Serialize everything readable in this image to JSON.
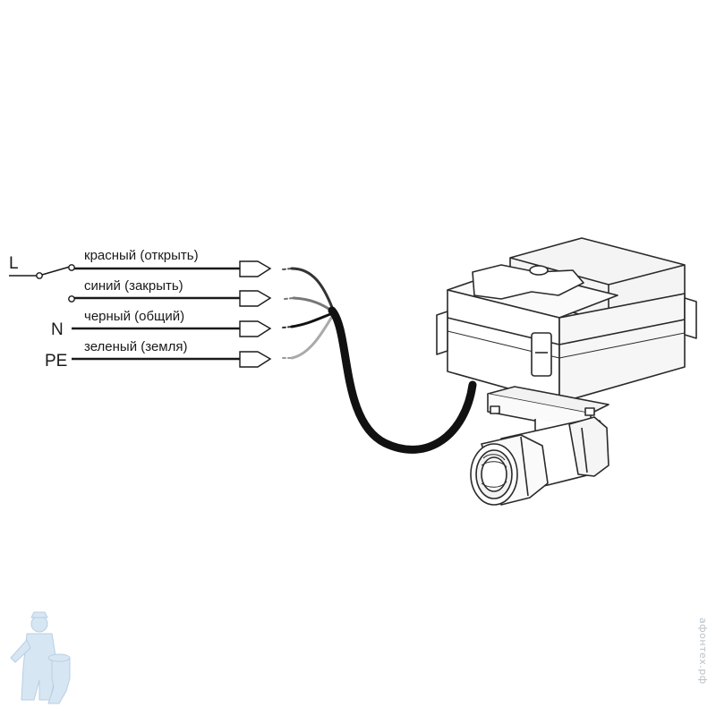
{
  "diagram": {
    "terminals": {
      "L": "L",
      "N": "N",
      "PE": "PE"
    },
    "wires": [
      {
        "label": "красный (открыть)",
        "color": "#333333"
      },
      {
        "label": "синий (закрыть)",
        "color": "#666666"
      },
      {
        "label": "черный (общий)",
        "color": "#111111"
      },
      {
        "label": "зеленый (земля)",
        "color": "#999999"
      }
    ],
    "device": {
      "icon": "motorized-ball-valve-icon"
    }
  },
  "watermark": {
    "text": "афонтех.рф",
    "icon": "plumber-mascot-icon"
  }
}
